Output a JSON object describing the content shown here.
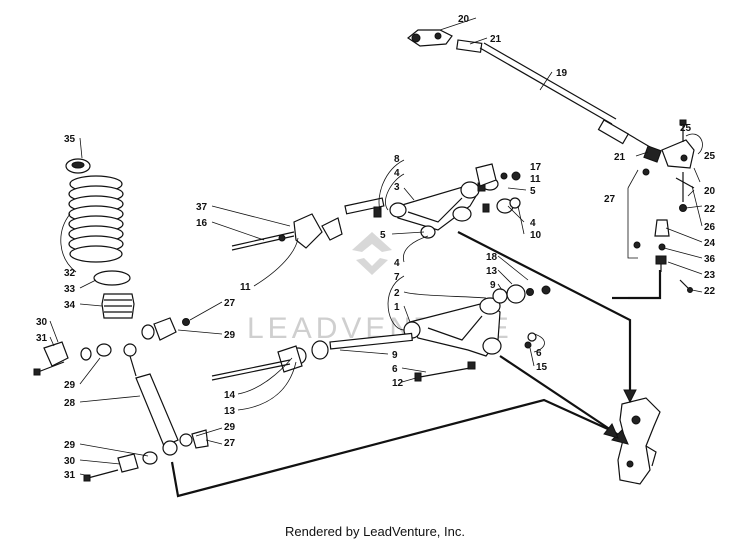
{
  "footer": {
    "rendered_by": "Rendered by LeadVenture, Inc."
  },
  "watermark": {
    "text": "LEADVENTURE"
  },
  "callouts": [
    "1",
    "2",
    "3",
    "4",
    "5",
    "6",
    "7",
    "8",
    "9",
    "10",
    "11",
    "12",
    "13",
    "14",
    "15",
    "16",
    "17",
    "18",
    "19",
    "20",
    "21",
    "22",
    "23",
    "24",
    "25",
    "26",
    "27",
    "28",
    "29",
    "30",
    "31",
    "32",
    "33",
    "34",
    "35",
    "36",
    "37"
  ]
}
